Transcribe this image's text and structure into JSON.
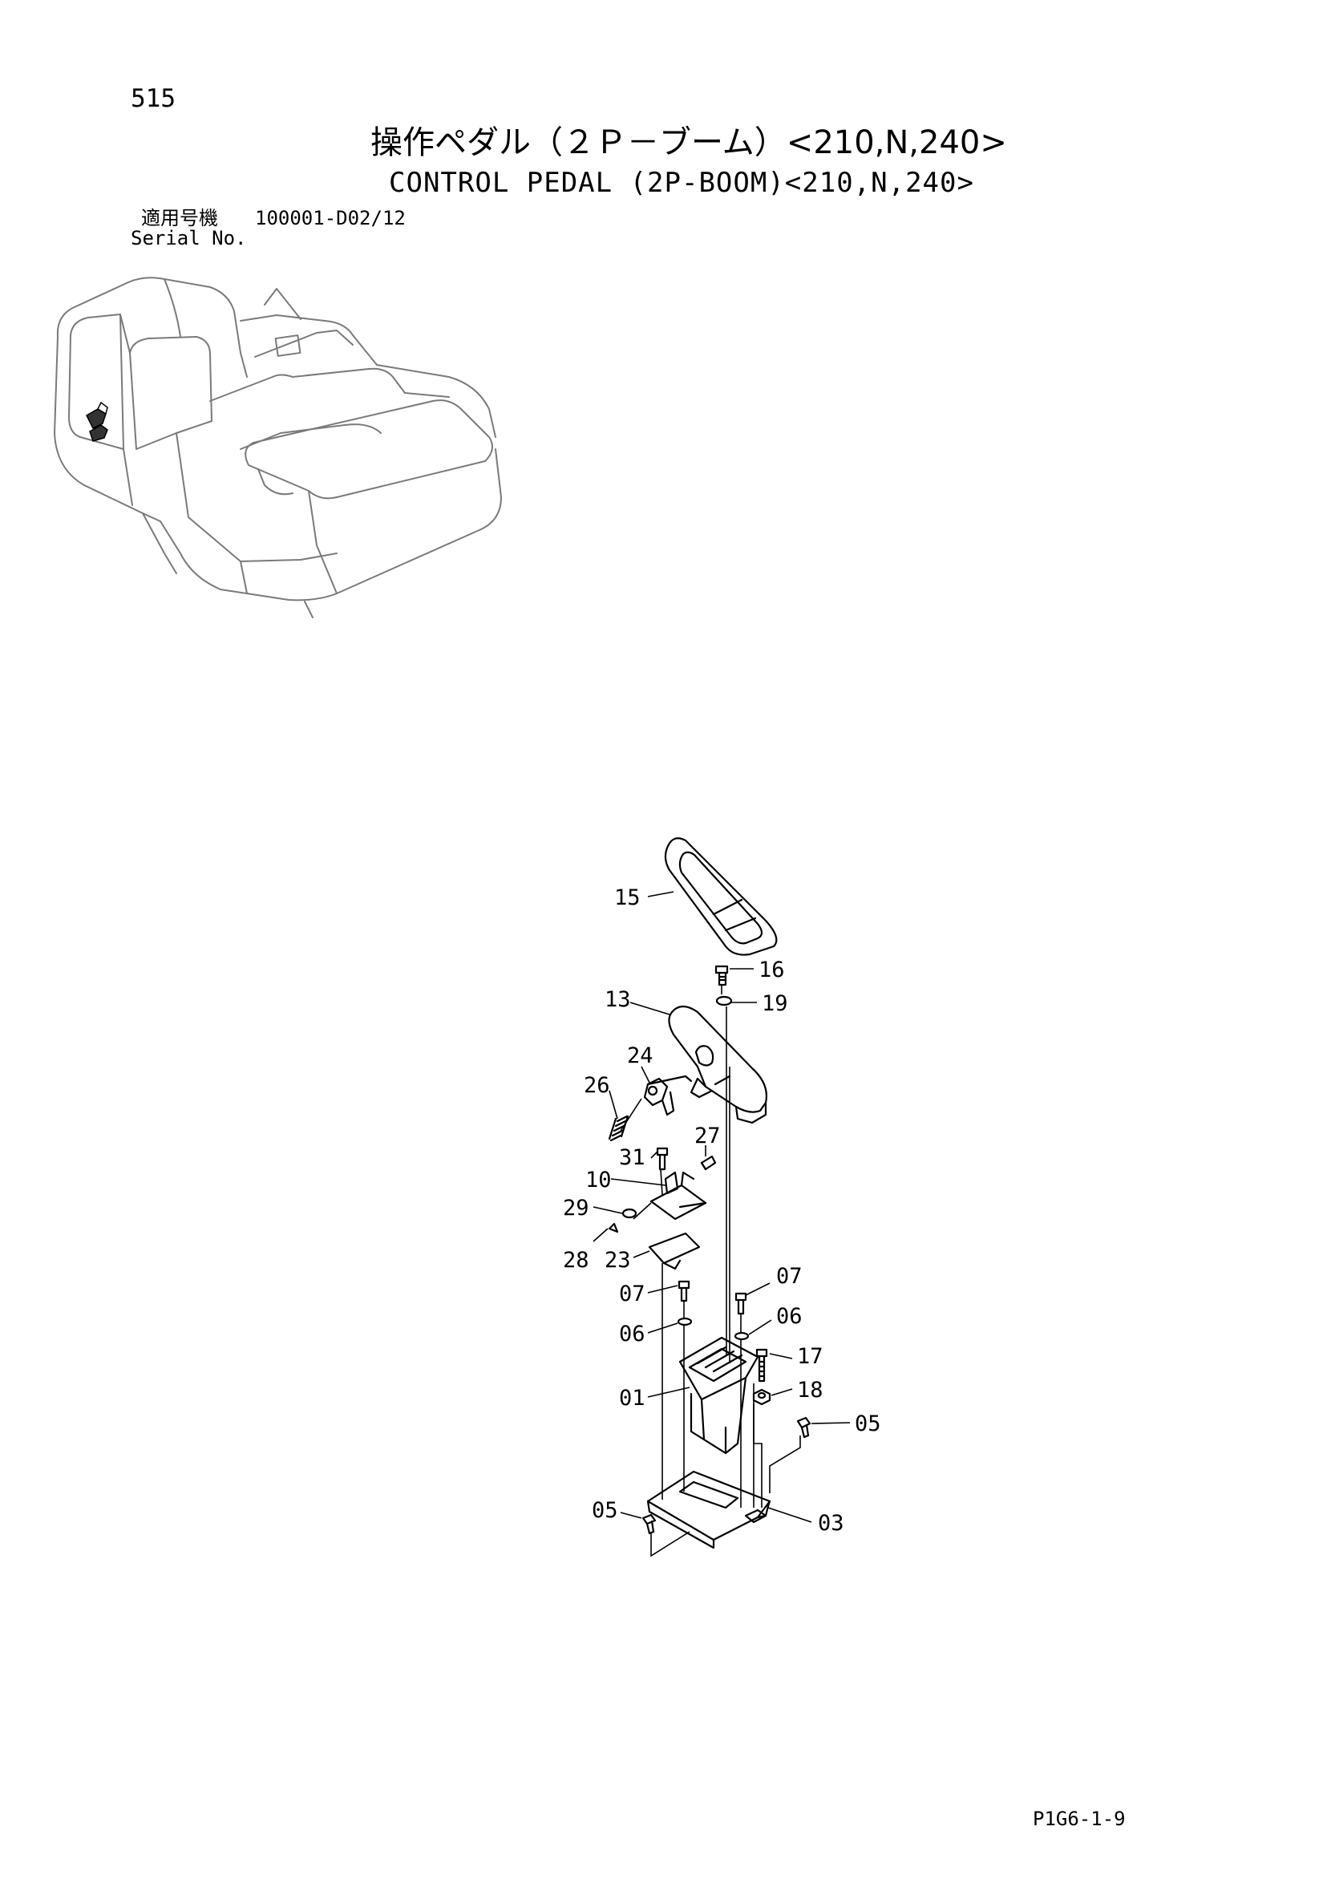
{
  "page_number": "515",
  "title_jp": "操作ペダル（２Ｐ－ブーム）<210,N,240>",
  "title_en": "CONTROL PEDAL (2P-BOOM)<210,N,240>",
  "serial": {
    "label_jp": "適用号機",
    "label_en": "Serial No.",
    "value": "100001-D02/12"
  },
  "page_code": "P1G6-1-9",
  "part_labels": [
    "15",
    "16",
    "19",
    "13",
    "24",
    "26",
    "27",
    "31",
    "10",
    "29",
    "28",
    "23",
    "07",
    "07",
    "06",
    "06",
    "17",
    "01",
    "18",
    "05",
    "05",
    "03"
  ],
  "colors": {
    "ink": "#000000",
    "line_gray": "#7a7a7a"
  }
}
